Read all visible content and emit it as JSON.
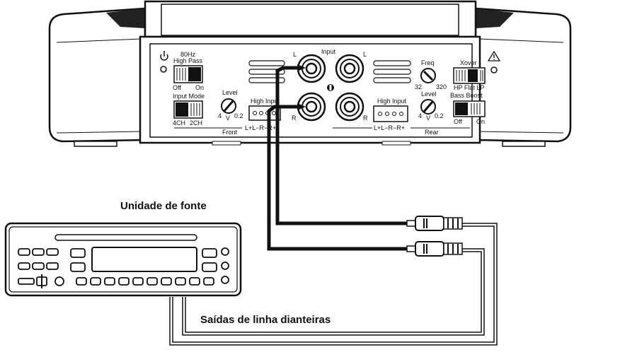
{
  "amplifier": {
    "input_title": "Input",
    "input_left": "L",
    "input_right": "R",
    "highpass_title_1": "80Hz",
    "highpass_title_2": "High Pass",
    "highpass_off": "Off",
    "highpass_on": "On",
    "input_mode_title": "Input Mode",
    "input_mode_4ch": "4CH",
    "input_mode_2ch": "2CH",
    "front_level_title": "Level",
    "front_level_min": "4",
    "front_level_unit": "V",
    "front_level_max": "0.2",
    "front_high_input": "High Input",
    "front_high_input_pins": "L+L−R−R+",
    "front_label": "Front",
    "freq_title": "Freq",
    "freq_min": "32",
    "freq_max": "320",
    "rear_level_title": "Level",
    "rear_level_min": "4",
    "rear_level_unit": "V",
    "rear_level_max": "0.2",
    "rear_high_input": "High Input",
    "rear_high_input_pins": "L+L−R−R+",
    "rear_label": "Rear",
    "xover_title": "Xover",
    "xover_options": "HP Flat LP",
    "bass_boost_title": "Bass Boost",
    "bass_boost_off": "Off",
    "bass_boost_on": "On"
  },
  "source_unit": {
    "title": "Unidade de fonte"
  },
  "outputs": {
    "label": "Saídas de linha dianteiras"
  }
}
